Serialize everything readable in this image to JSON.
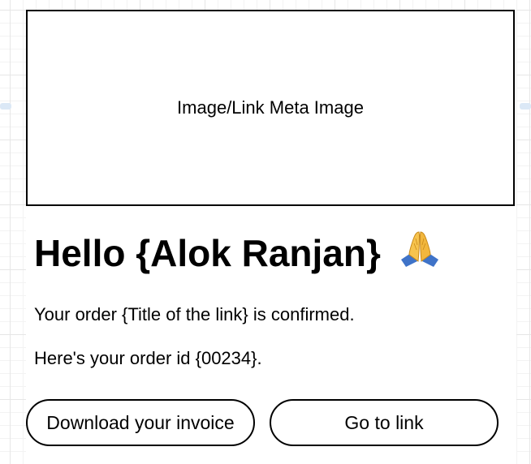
{
  "card": {
    "meta_image_label": "Image/Link Meta Image",
    "greeting": "Hello {Alok Ranjan}",
    "greeting_emoji": "folded-hands-icon",
    "order_confirmation": "Your order {Title of the link} is confirmed.",
    "order_id_line": "Here's your order id {00234}."
  },
  "buttons": {
    "download_invoice_label": "Download your invoice",
    "go_to_link_label": "Go to link"
  },
  "colors": {
    "text": "#000000",
    "border": "#000000",
    "background": "#ffffff",
    "grid": "#e6e6e6",
    "emoji_skin": "#f7c44e"
  }
}
